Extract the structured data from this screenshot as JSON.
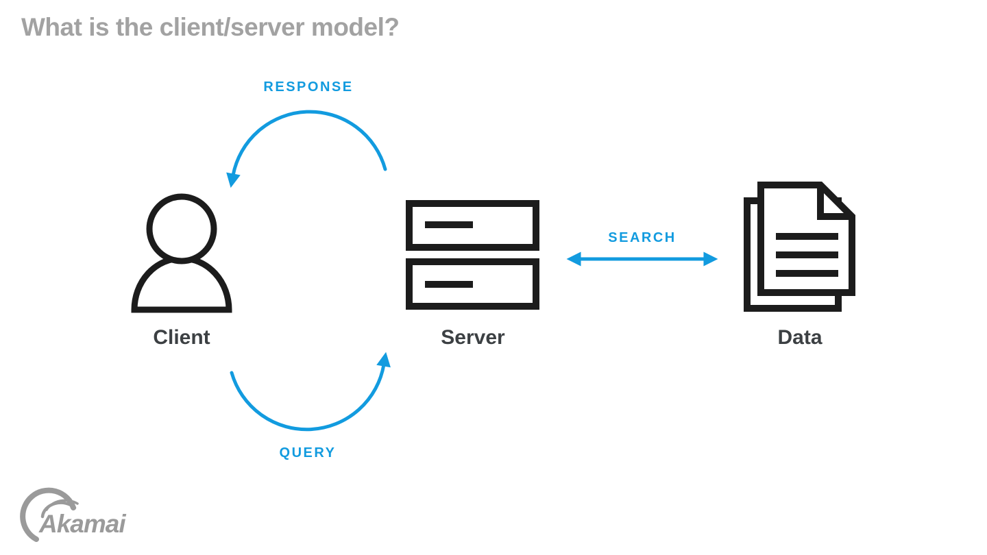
{
  "page": {
    "title": "What is the client/server model?"
  },
  "diagram": {
    "nodes": [
      {
        "id": "client",
        "label": "Client",
        "icon": "person-icon"
      },
      {
        "id": "server",
        "label": "Server",
        "icon": "server-stack-icon"
      },
      {
        "id": "data",
        "label": "Data",
        "icon": "documents-icon"
      }
    ],
    "edges": [
      {
        "id": "response",
        "label": "RESPONSE",
        "from": "server",
        "to": "client",
        "shape": "arc",
        "direction": "one-way"
      },
      {
        "id": "query",
        "label": "QUERY",
        "from": "client",
        "to": "server",
        "shape": "arc",
        "direction": "one-way"
      },
      {
        "id": "search",
        "label": "SEARCH",
        "from": "server",
        "to": "data",
        "shape": "straight",
        "direction": "two-way"
      }
    ]
  },
  "footer": {
    "logo_text": "Akamai"
  },
  "colors": {
    "accent_blue": "#129BDF",
    "icon_black": "#1C1C1C",
    "title_gray": "#A2A2A2",
    "label_dark": "#3C4043",
    "logo_gray": "#9A9A9A"
  }
}
